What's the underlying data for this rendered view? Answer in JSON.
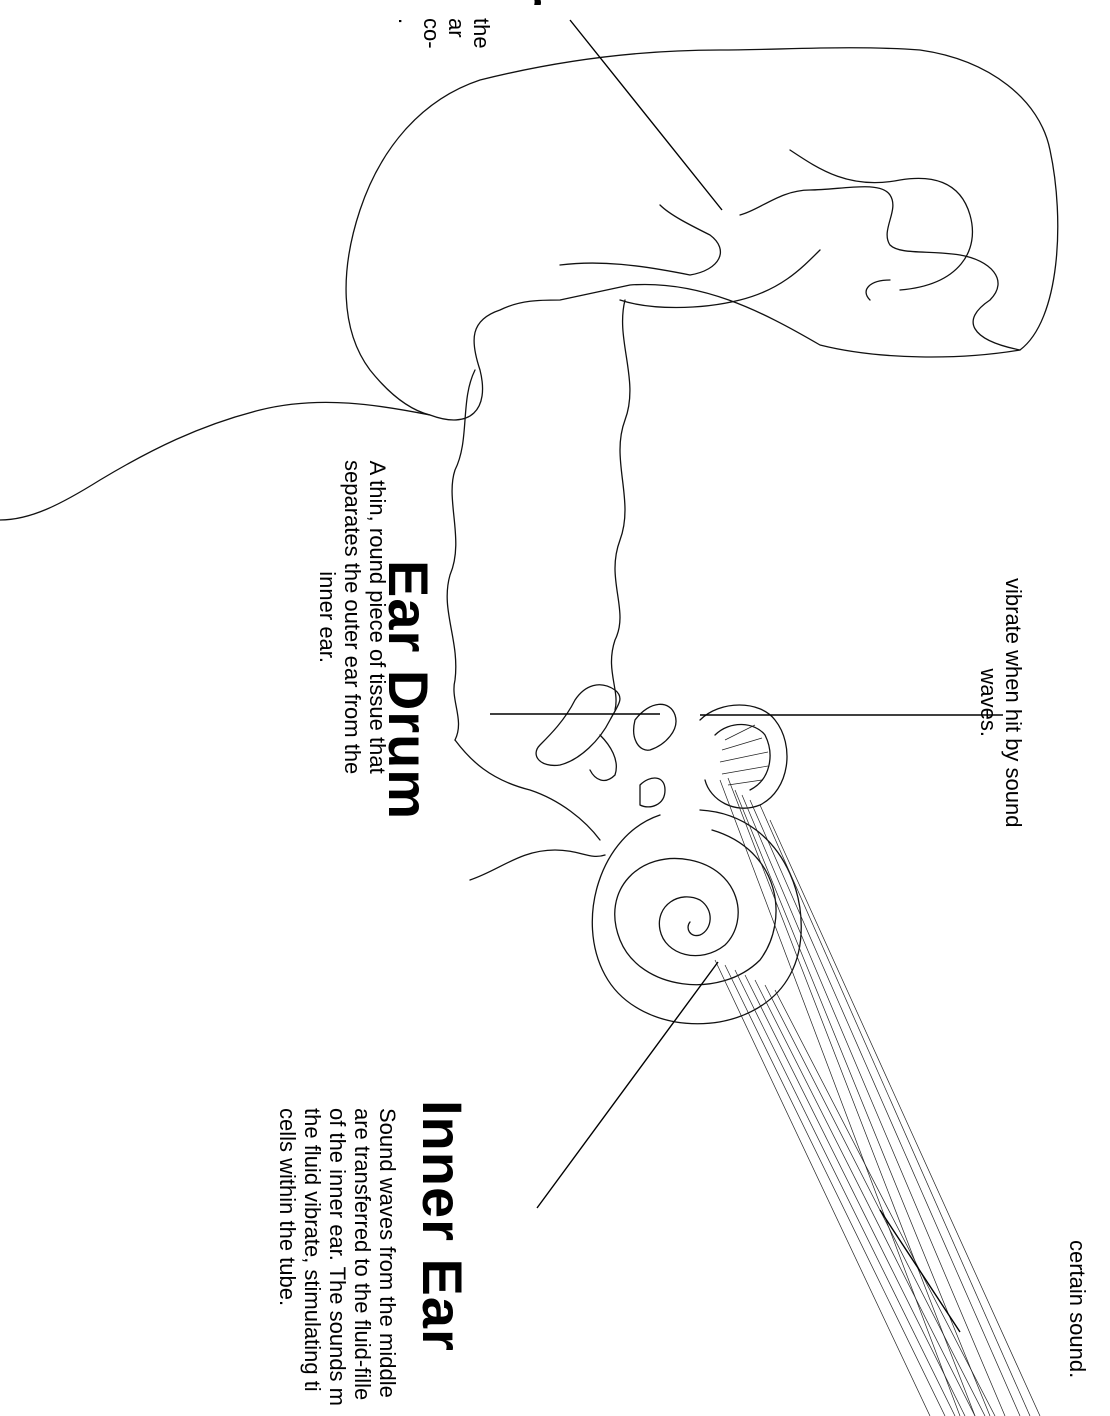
{
  "outer_ear": {
    "title_fragment": "r",
    "desc_fragment": "the\nar\nco-\n."
  },
  "ear_drum": {
    "title": "Ear Drum",
    "desc": "A thin, round piece of tissue that\nseparates the outer ear from the\ninner ear."
  },
  "inner_ear": {
    "title": "Inner Ear",
    "desc": "Sound waves from the middle\nare transferred to the fluid-fille\nof the inner ear. The sounds m\nthe fluid vibrate, stimulating ti\ncells within the tube."
  },
  "middle_text": {
    "desc": "vibrate when hit by sound\nwaves."
  },
  "right_text": {
    "desc": "certain sound."
  }
}
